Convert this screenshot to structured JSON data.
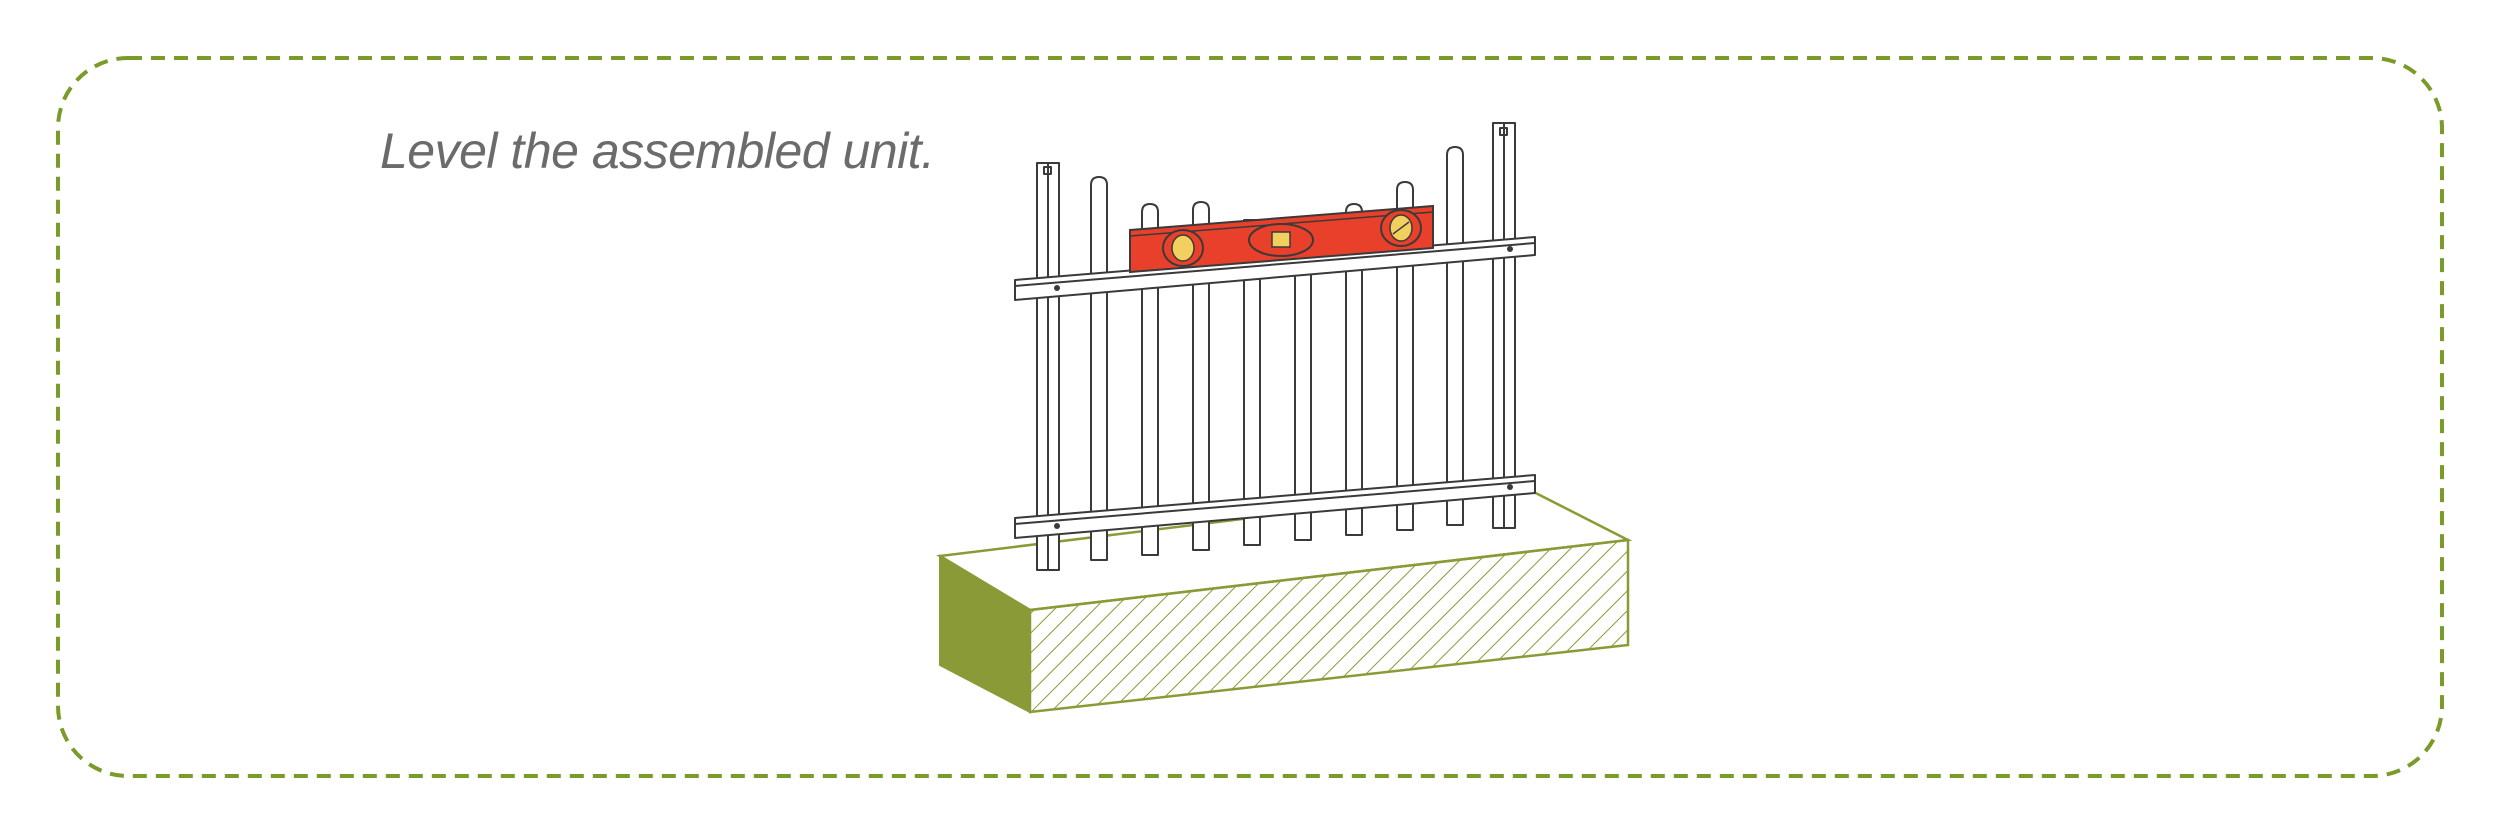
{
  "instruction": {
    "text": "Level the assembled unit."
  },
  "colors": {
    "frame_border": "#7a9a2a",
    "base_front": "#8a9a36",
    "hatch": "#8a9a36",
    "level_body": "#e8402a",
    "level_window": "#f2d060",
    "text": "#6b6b6b"
  },
  "icons": {
    "level_tool": "spirit-level-icon",
    "fence_panel": "fence-panel-drawing",
    "concrete_base": "concrete-base-drawing"
  }
}
